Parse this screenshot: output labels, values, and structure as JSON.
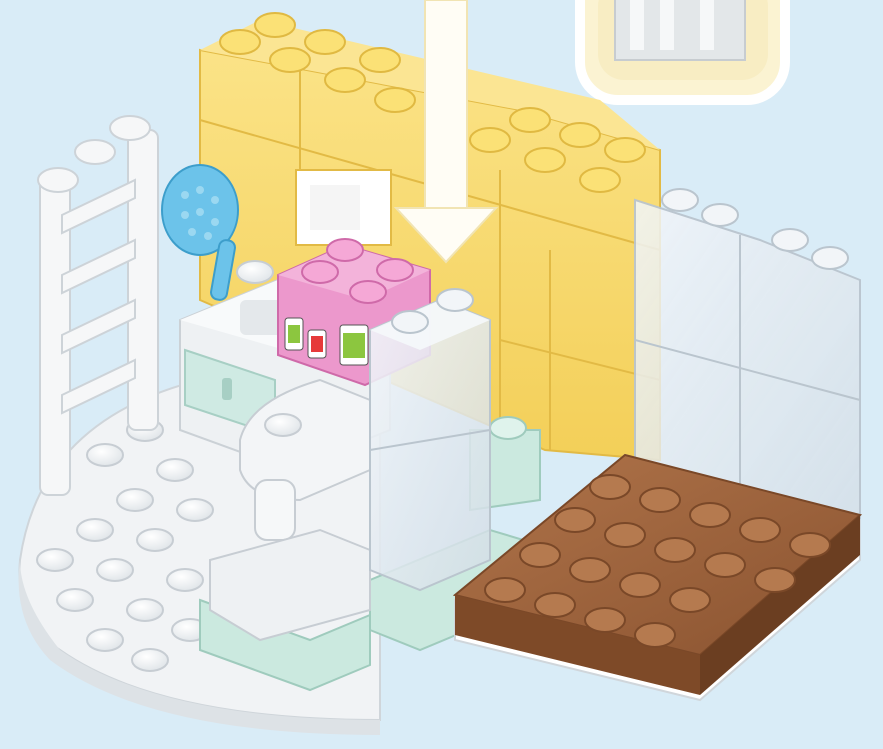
{
  "scene": {
    "background": "#d9ecf7",
    "instruction": "build-step",
    "step_arrow_color": "#fffdf5",
    "callout_frame_color": "#fbf3d2",
    "elements": [
      "yellow-wall-bricks",
      "white-ladder",
      "blue-hairbrush",
      "kitchen-counter",
      "pink-printed-brick",
      "transparent-bricks",
      "brown-floor-plate",
      "mint-base-bricks",
      "white-round-baseplate"
    ],
    "colors": {
      "yellow": "#f9dc6c",
      "white": "#f4f6f8",
      "pink": "#ec98cc",
      "mint": "#cbe9df",
      "brown": "#a0643c",
      "blue": "#6cc3ea",
      "transparent": "#e6eef4"
    }
  }
}
